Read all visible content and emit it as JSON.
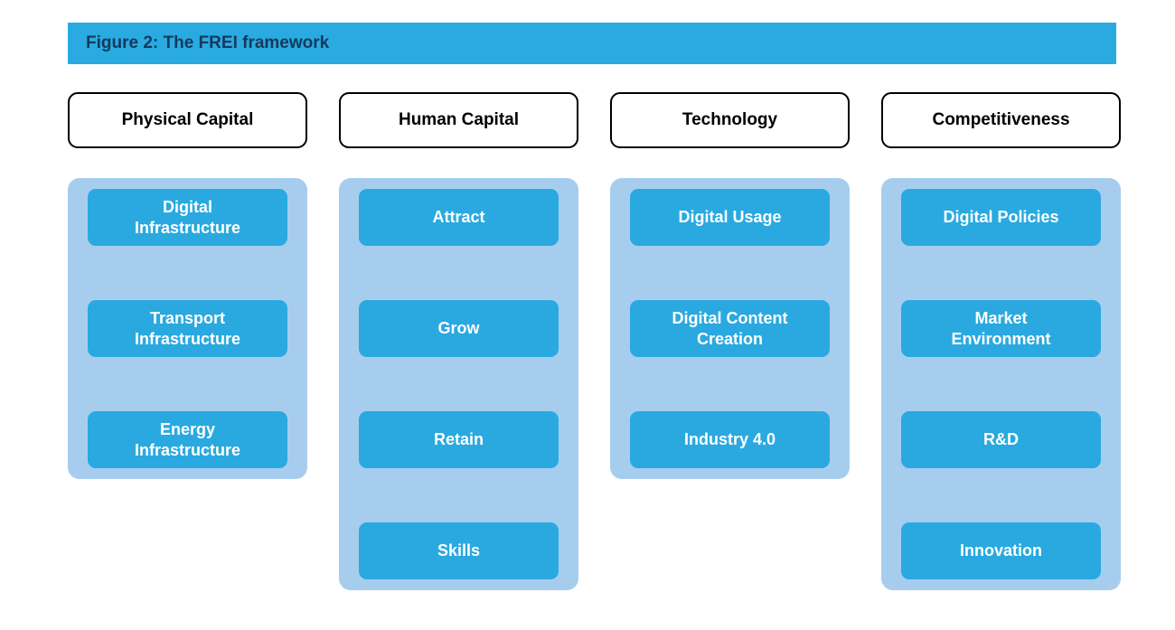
{
  "title": "Figure 2: The FREI framework",
  "colors": {
    "accent-blue": "#29ABE2",
    "panel-blue": "#A7CDEE",
    "item-blue": "#29A9E0",
    "title-text": "#14395C",
    "header-text": "#000000",
    "item-text": "#FFFFFF",
    "background": "#FFFFFF"
  },
  "columns": [
    {
      "header": "Physical Capital",
      "items": [
        "Digital\nInfrastructure",
        "Transport\nInfrastructure",
        "Energy\nInfrastructure"
      ]
    },
    {
      "header": "Human Capital",
      "items": [
        "Attract",
        "Grow",
        "Retain",
        "Skills"
      ]
    },
    {
      "header": "Technology",
      "items": [
        "Digital Usage",
        "Digital Content\nCreation",
        "Industry 4.0"
      ]
    },
    {
      "header": "Competitiveness",
      "items": [
        "Digital Policies",
        "Market\nEnvironment",
        "R&D",
        "Innovation"
      ]
    }
  ]
}
